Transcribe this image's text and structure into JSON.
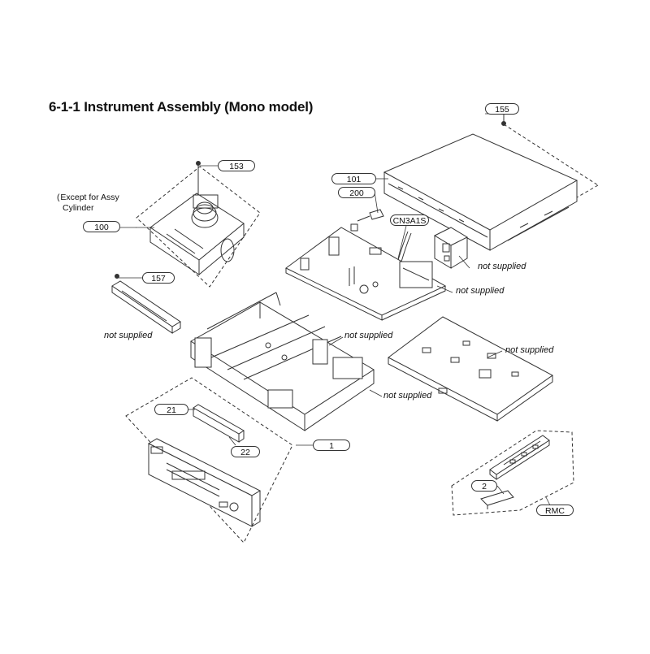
{
  "title": "6-1-1  Instrument Assembly (Mono model)",
  "callouts": {
    "p155": "155",
    "p101": "101",
    "p200": "200",
    "cn3a1s": "CN3A1S",
    "p153": "153",
    "p100": "100",
    "p157": "157",
    "p21": "21",
    "p22": "22",
    "p1": "1",
    "p2": "2",
    "rmc": "RMC"
  },
  "notes": {
    "except_line1": "Except for Assy",
    "except_line2": "Cylinder",
    "not_supplied": "not supplied"
  }
}
